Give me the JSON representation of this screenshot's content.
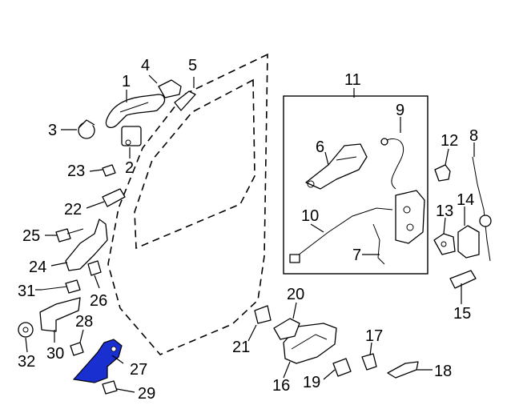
{
  "callouts": [
    {
      "id": "1",
      "text": "1"
    },
    {
      "id": "2",
      "text": "2"
    },
    {
      "id": "3",
      "text": "3"
    },
    {
      "id": "4",
      "text": "4"
    },
    {
      "id": "5",
      "text": "5"
    },
    {
      "id": "6",
      "text": "6"
    },
    {
      "id": "7",
      "text": "7"
    },
    {
      "id": "8",
      "text": "8"
    },
    {
      "id": "9",
      "text": "9"
    },
    {
      "id": "10",
      "text": "10"
    },
    {
      "id": "11",
      "text": "11"
    },
    {
      "id": "12",
      "text": "12"
    },
    {
      "id": "13",
      "text": "13"
    },
    {
      "id": "14",
      "text": "14"
    },
    {
      "id": "15",
      "text": "15"
    },
    {
      "id": "16",
      "text": "16"
    },
    {
      "id": "17",
      "text": "17"
    },
    {
      "id": "18",
      "text": "18"
    },
    {
      "id": "19",
      "text": "19"
    },
    {
      "id": "20",
      "text": "20"
    },
    {
      "id": "21",
      "text": "21"
    },
    {
      "id": "22",
      "text": "22"
    },
    {
      "id": "23",
      "text": "23"
    },
    {
      "id": "24",
      "text": "24"
    },
    {
      "id": "25",
      "text": "25"
    },
    {
      "id": "26",
      "text": "26"
    },
    {
      "id": "27",
      "text": "27"
    },
    {
      "id": "28",
      "text": "28"
    },
    {
      "id": "29",
      "text": "29"
    },
    {
      "id": "30",
      "text": "30"
    },
    {
      "id": "31",
      "text": "31"
    },
    {
      "id": "32",
      "text": "32"
    }
  ],
  "highlight": {
    "part": "27",
    "color": "#1a2fd0"
  },
  "colors": {
    "line": "#000000",
    "background": "#ffffff"
  }
}
